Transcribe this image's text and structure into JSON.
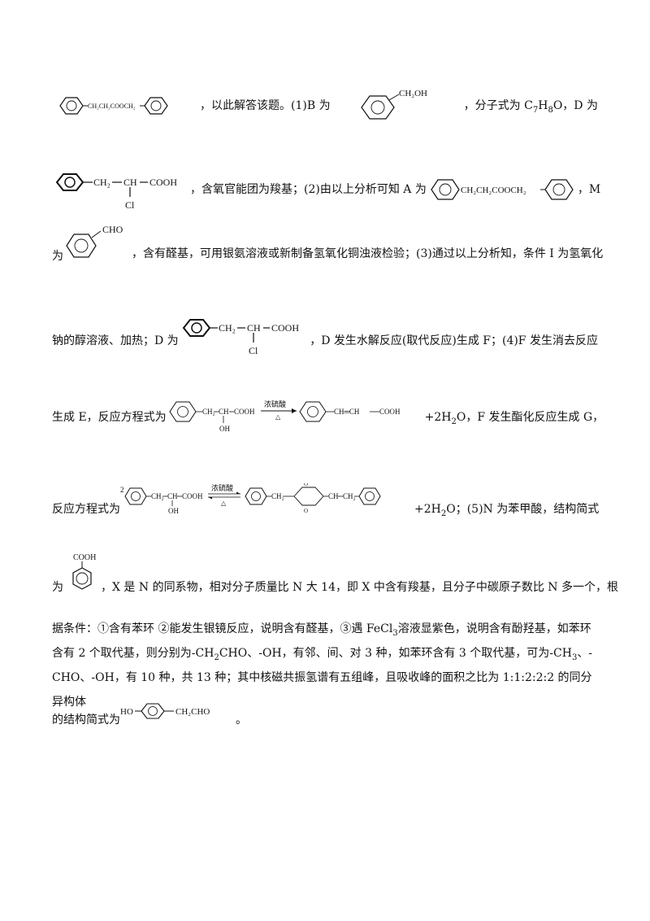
{
  "l1": {
    "t1": "，以此解答该题。(1)B 为",
    "t2": "，分子式为 C",
    "t2a": "7",
    "t2b": "H",
    "t2c": "8",
    "t2d": "O，D 为",
    "s_ester": "CH₂CH₂COOCH₂",
    "s_benzyl": "CH₂OH"
  },
  "l2": {
    "t1": "，含氧官能团为羧基；(2)由以上分析可知 A 为",
    "t2": "，M",
    "s_ch2": "CH₂",
    "s_ch": "CH",
    "s_cooh": "COOH",
    "s_cl": "Cl",
    "s_ester": "CH₂CH₂COOCH₂"
  },
  "l3": {
    "pre": "为",
    "t1": "，含有醛基，可用银氨溶液或新制备氢氧化铜浊液检验；(3)通过以上分析知，条件 I 为氢氧化",
    "s_cho": "CHO"
  },
  "l4": {
    "pre": "钠的醇溶液、加热；D 为",
    "t1": "，D 发生水解反应(取代反应)生成 F；(4)F 发生消去反应"
  },
  "l5": {
    "pre": "生成 E，反应方程式为",
    "t1": "+2H",
    "t1a": "2",
    "t1b": "O，F 发生酯化反应生成 G，",
    "s_ch2": "CH₂",
    "s_ch": "CH",
    "s_cooh": "COOH",
    "s_oh": "OH",
    "s_cond": "浓硫酸",
    "s_heat": "△",
    "s_chch": "CH═CH",
    "s_cooh2": "COOH"
  },
  "l6": {
    "pre": "反应方程式为",
    "t1": "+2H",
    "t1a": "2",
    "t1b": "O；(5)N 为苯甲酸，结构简式",
    "s_coef": "2",
    "s_ch2": "CH₂",
    "s_ch": "CH",
    "s_cooh": "COOH",
    "s_oh": "OH",
    "s_cond": "浓硫酸",
    "s_heat": "△",
    "s_ch2b": "CH₂",
    "s_ch2c": "CH",
    "s_ch2d": "CH₂"
  },
  "l7": {
    "pre": "为",
    "t1": "，X 是 N 的同系物，相对分子质量比 N 大 14，即 X 中含有羧基，且分子中碳原子数比 N 多一个，根",
    "s_cooh": "COOH"
  },
  "p8": {
    "a": "据条件：①含有苯环 ②能发生银镜反应，说明含有醛基，③遇 FeCl",
    "a_sub": "3",
    "b": "溶液显紫色，说明含有酚羟基，如苯环",
    "c": "含有 2 个取代基，则分别为-CH",
    "c_sub": "2",
    "d": "CHO、-OH，有邻、间、对 3 种，如苯环含有 3 个取代基，可为-CH",
    "d_sub": "3",
    "e": "、-",
    "f": "CHO、-OH，有 10 种，共 13 种；其中核磁共振氢谱有五组峰，且吸收峰的面积之比为 1:1:2:2:2 的同分异构体"
  },
  "l9": {
    "pre": "的结构简式为",
    "t1": "。",
    "s_ho": "HO",
    "s_ch2cho": "CH₂CHO"
  }
}
